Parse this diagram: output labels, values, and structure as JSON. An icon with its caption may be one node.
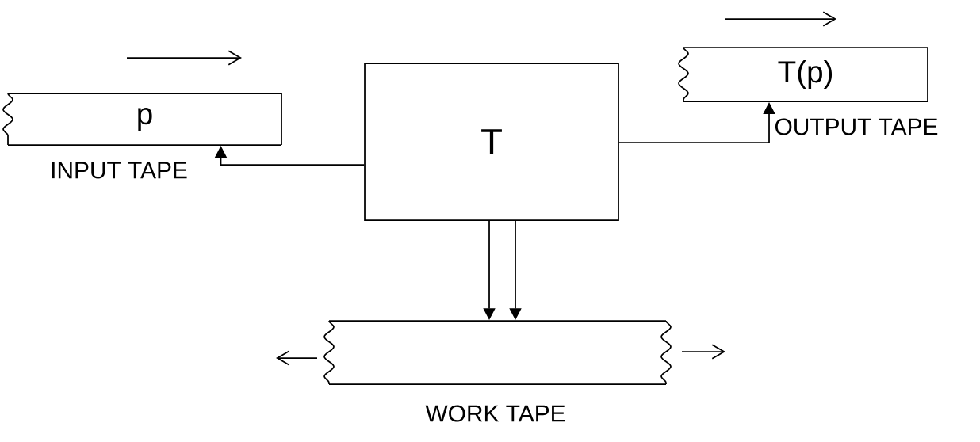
{
  "diagram": {
    "nodes": [
      {
        "text": [
          "p"
        ],
        "beside": [
          "INPUT TAPE"
        ]
      },
      {
        "text": [
          "T"
        ]
      },
      {
        "text": [
          "T(p)"
        ],
        "beside": [
          "OUTPUT TAPE"
        ]
      },
      {
        "text": [],
        "shape": "box",
        "beside": [
          "WORK TAPE"
        ]
      }
    ],
    "edges": [
      {
        "from": 1,
        "to": 0,
        "arrow": "to"
      },
      {
        "from": 1,
        "to": 2,
        "arrow": "to"
      },
      {
        "from": 1,
        "to": 3,
        "arrow": "to"
      },
      {
        "from": 1,
        "to": 3,
        "arrow": "to"
      }
    ]
  }
}
